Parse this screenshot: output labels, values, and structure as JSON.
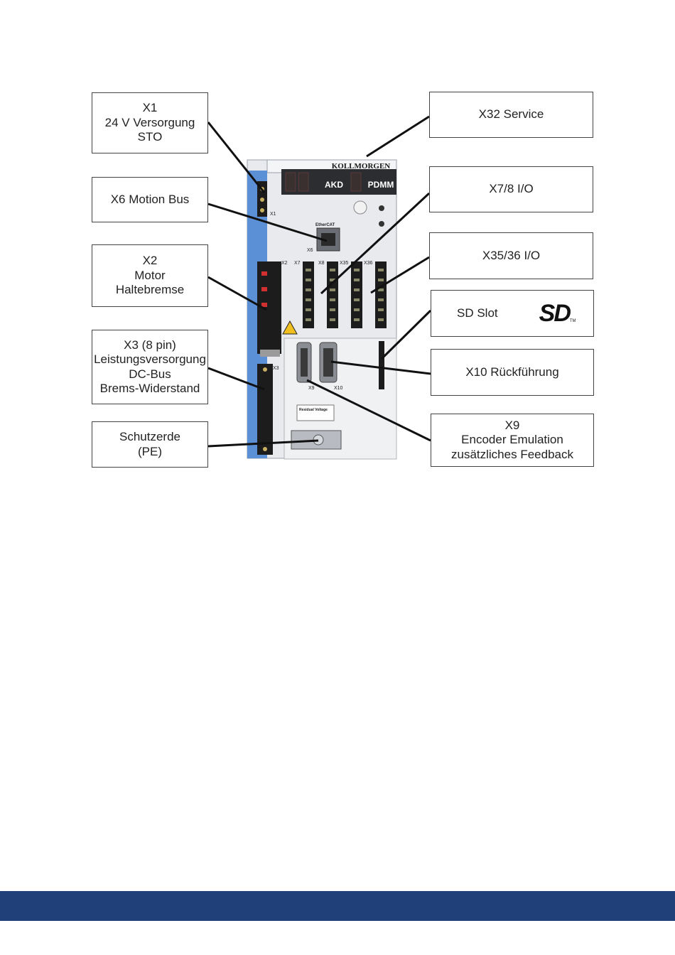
{
  "callouts": {
    "x1": {
      "lines": [
        "X1",
        "24 V Versorgung",
        "STO"
      ]
    },
    "x6": {
      "lines": [
        "X6 Motion Bus"
      ]
    },
    "x2": {
      "lines": [
        "X2",
        "Motor",
        "Haltebremse"
      ]
    },
    "x3": {
      "lines": [
        "X3 (8 pin)",
        "Leistungsversorgung",
        "DC-Bus",
        "Brems-Widerstand"
      ]
    },
    "pe": {
      "lines": [
        "Schutzerde",
        "(PE)"
      ]
    },
    "x32": {
      "lines": [
        "X32 Service"
      ]
    },
    "x78": {
      "lines": [
        "X7/8 I/O"
      ]
    },
    "x3536": {
      "lines": [
        "X35/36 I/O"
      ]
    },
    "sd": {
      "lines": [
        "SD Slot"
      ],
      "logo_text": "SD",
      "logo_tm": "TM"
    },
    "x10": {
      "lines": [
        "X10 Rückführung"
      ]
    },
    "x9": {
      "lines": [
        "X9",
        "Encoder Emulation",
        "zusätzliches Feedback"
      ]
    }
  },
  "device": {
    "brand": "KOLLMORGEN",
    "model_left": "AKD",
    "model_right": "PDMM",
    "ethercat": "EtherCAT",
    "connector_labels": {
      "x1": "X1",
      "x2": "X2",
      "x3": "X3",
      "x6": "X6",
      "x7": "X7",
      "x8": "X8",
      "x35": "X35",
      "x36": "X36",
      "x9": "X9",
      "x10": "X10"
    },
    "warning_label": "Residual Voltage"
  },
  "colors": {
    "footer": "#1f4078",
    "device_stripe": "#5b8fd6",
    "device_body": "#e6e8ec"
  }
}
